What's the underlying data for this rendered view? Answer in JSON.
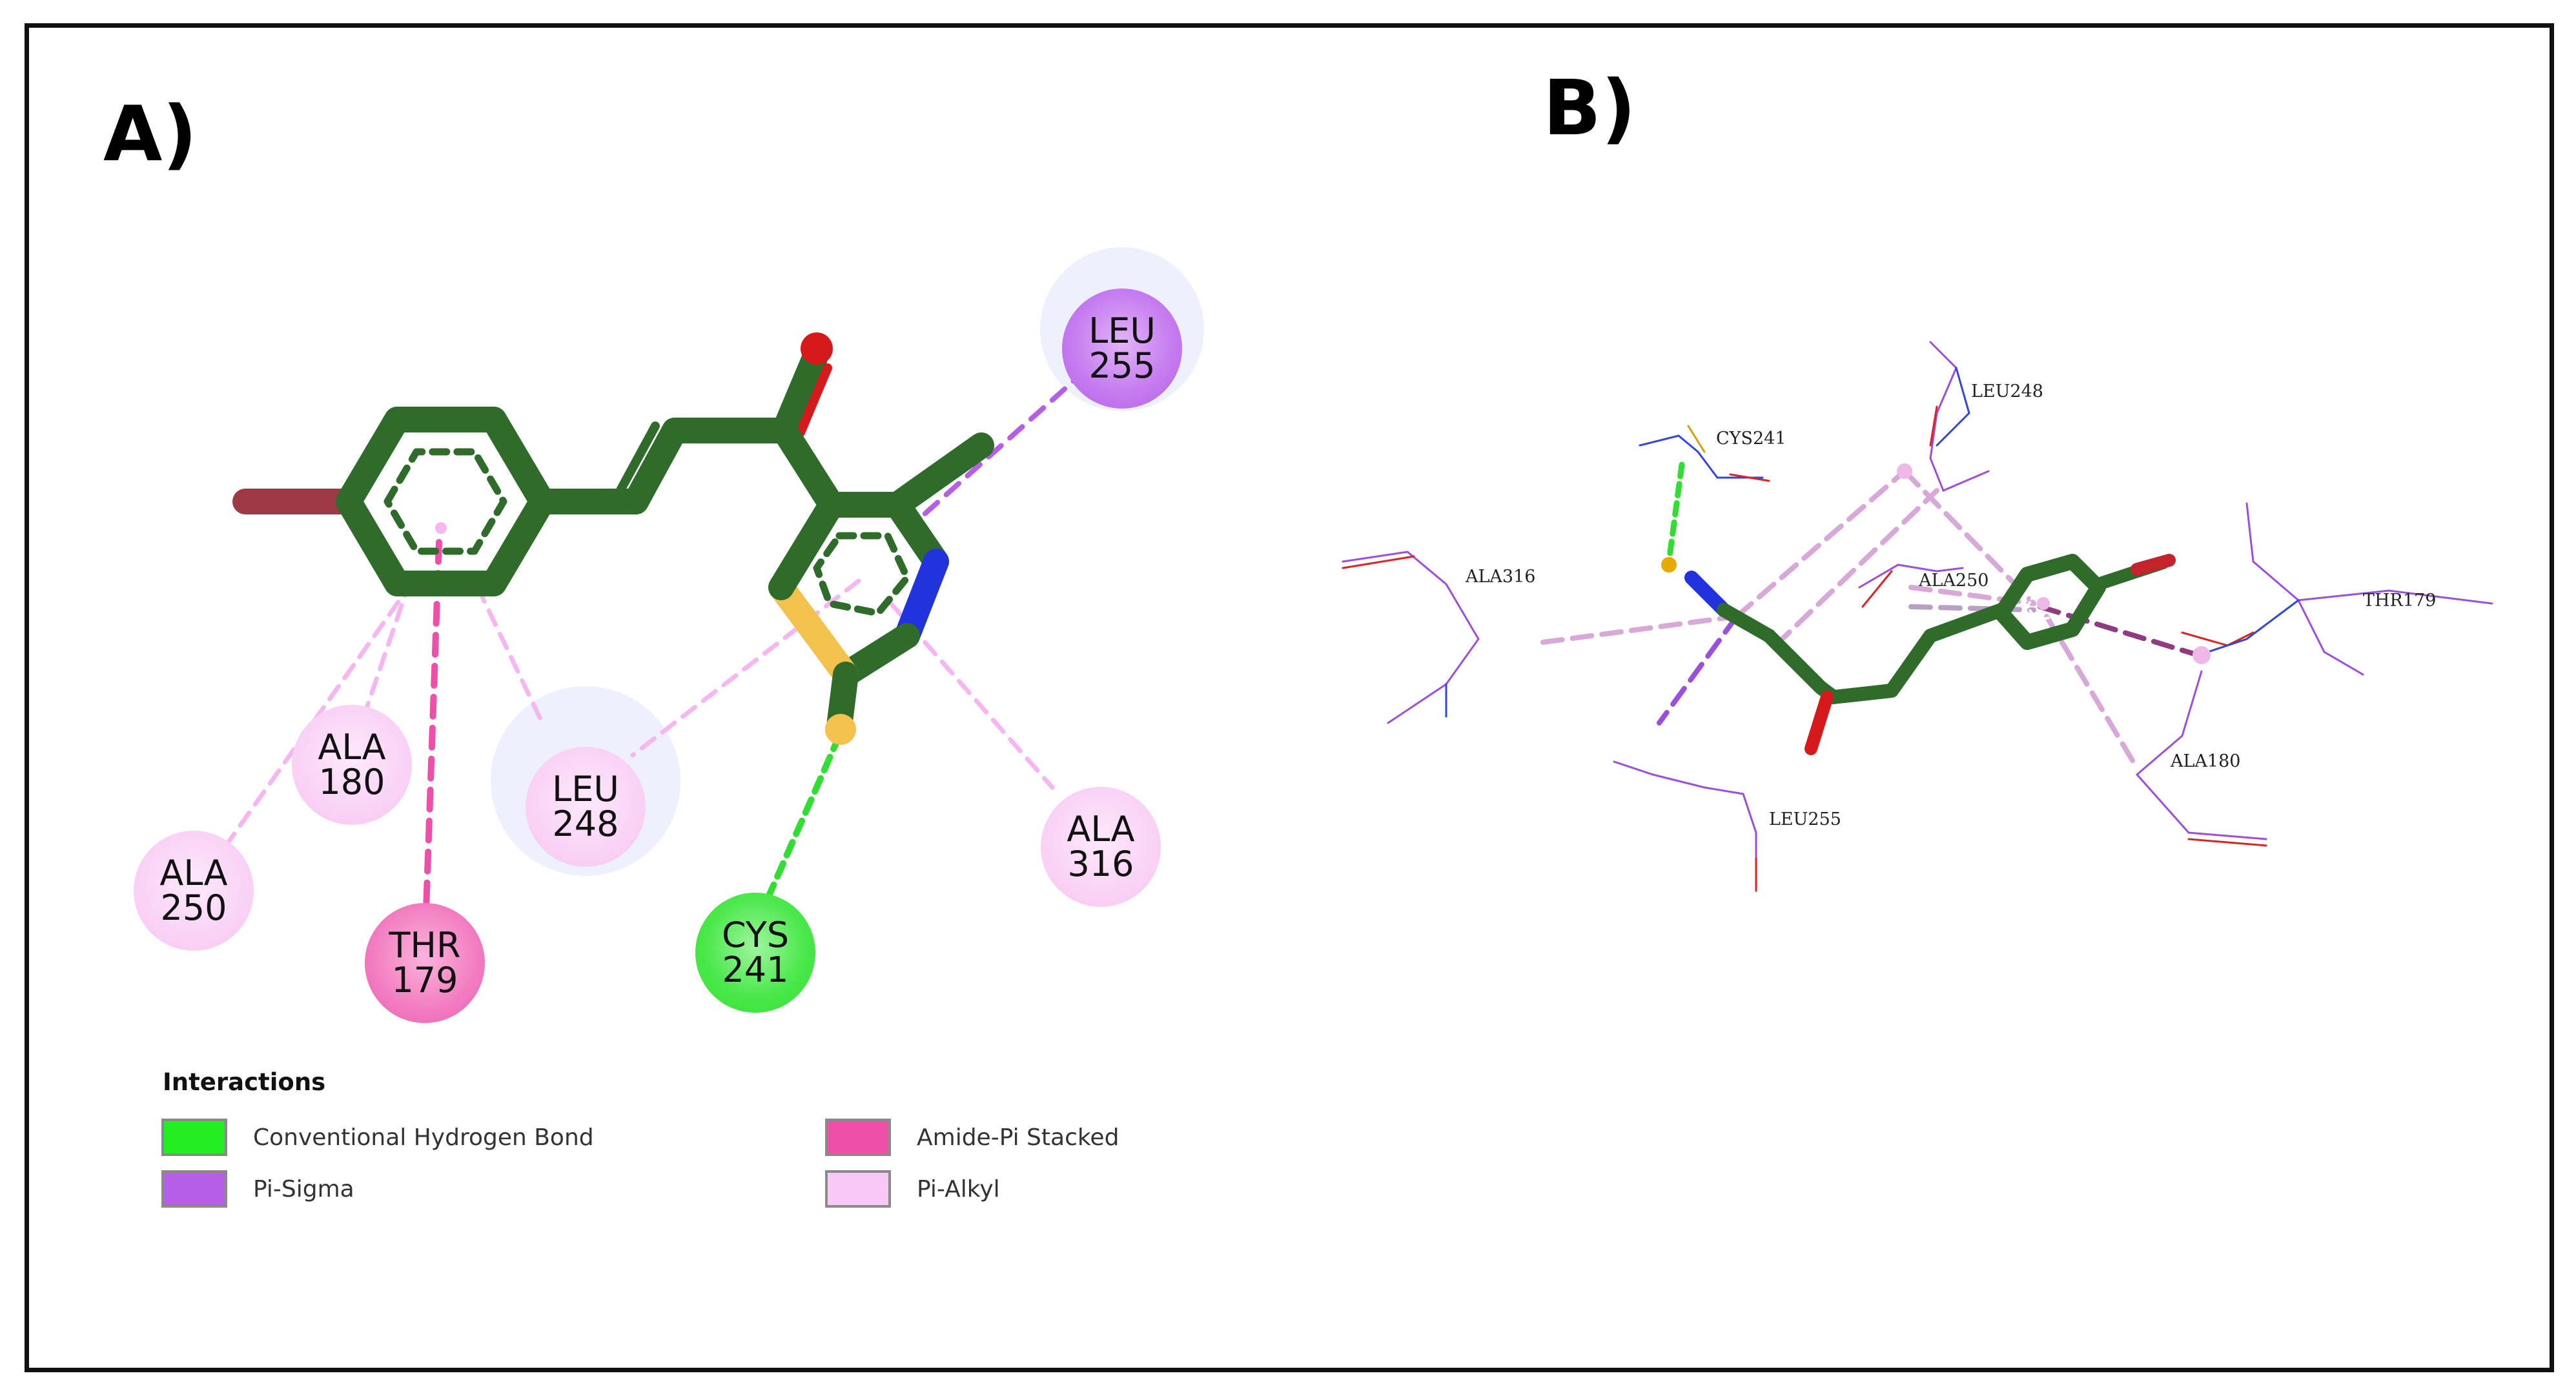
{
  "panels": {
    "a_label": "A)",
    "b_label": "B)"
  },
  "colors": {
    "carbon": "#2f6b2a",
    "oxygen": "#d7191c",
    "nitrogen": "#2233dd",
    "sulfur": "#f2c14e",
    "bromine": "#9c3a45",
    "h_bond": "#33dd33",
    "pi_sigma": "#b65ee8",
    "amide_pi": "#ee4fa9",
    "pi_alkyl": "#f6b6f0"
  },
  "residues_2d": [
    {
      "id": "leu255",
      "name": "LEU",
      "number": "255",
      "type": "pi_sigma",
      "halo": true
    },
    {
      "id": "ala180",
      "name": "ALA",
      "number": "180",
      "type": "pi_alkyl",
      "halo": false
    },
    {
      "id": "leu248",
      "name": "LEU",
      "number": "248",
      "type": "pi_alkyl",
      "halo": true
    },
    {
      "id": "ala250",
      "name": "ALA",
      "number": "250",
      "type": "pi_alkyl",
      "halo": false
    },
    {
      "id": "thr179",
      "name": "THR",
      "number": "179",
      "type": "amide_pi",
      "halo": false
    },
    {
      "id": "cys241",
      "name": "CYS",
      "number": "241",
      "type": "h_bond",
      "halo": false
    },
    {
      "id": "ala316",
      "name": "ALA",
      "number": "316",
      "type": "pi_alkyl",
      "halo": false
    }
  ],
  "legend": {
    "title": "Interactions",
    "items": [
      {
        "label": "Conventional Hydrogen Bond",
        "color": "#22ee22"
      },
      {
        "label": "Amide-Pi Stacked",
        "color": "#ee4fa9"
      },
      {
        "label": "Pi-Sigma",
        "color": "#b65ee8"
      },
      {
        "label": "Pi-Alkyl",
        "color": "#f9c8f4"
      }
    ]
  },
  "residues_3d": [
    "LEU248",
    "CYS241",
    "ALA316",
    "ALA250",
    "THR179",
    "ALA180",
    "LEU255"
  ]
}
